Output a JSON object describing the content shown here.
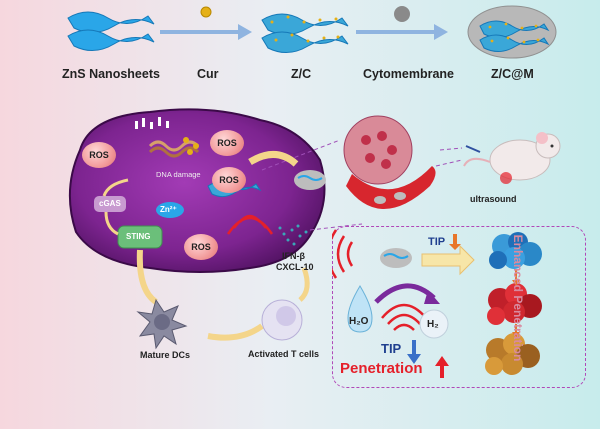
{
  "top_row": {
    "zns": "ZnS Nanosheets",
    "cur": "Cur",
    "zc": "Z/C",
    "cytomembrane": "Cytomembrane",
    "zcm": "Z/C@M"
  },
  "cell": {
    "ros1": "ROS",
    "ros2": "ROS",
    "ros3": "ROS",
    "ros4": "ROS",
    "dna_damage": "DNA damage",
    "cgas": "cGAS",
    "zn": "Zn²⁺",
    "sting": "STING"
  },
  "outside": {
    "ifn": "IFN-β",
    "cxcl": "CXCL-10",
    "mature_dcs": "Mature DCs",
    "activated_t": "Activated T cells",
    "ultrasound": "ultrasound"
  },
  "inset": {
    "tip1": "TIP",
    "h2o": "H₂O",
    "h2": "H₂",
    "tip2": "TIP",
    "penetration": "Penetration",
    "enhanced": "Enhanced Penetration"
  },
  "colors": {
    "cell_purple": "#8a2a9c",
    "penetration_red": "#e5202a",
    "tip_blue": "#1f3f8f",
    "inset_border": "#b048b8"
  }
}
